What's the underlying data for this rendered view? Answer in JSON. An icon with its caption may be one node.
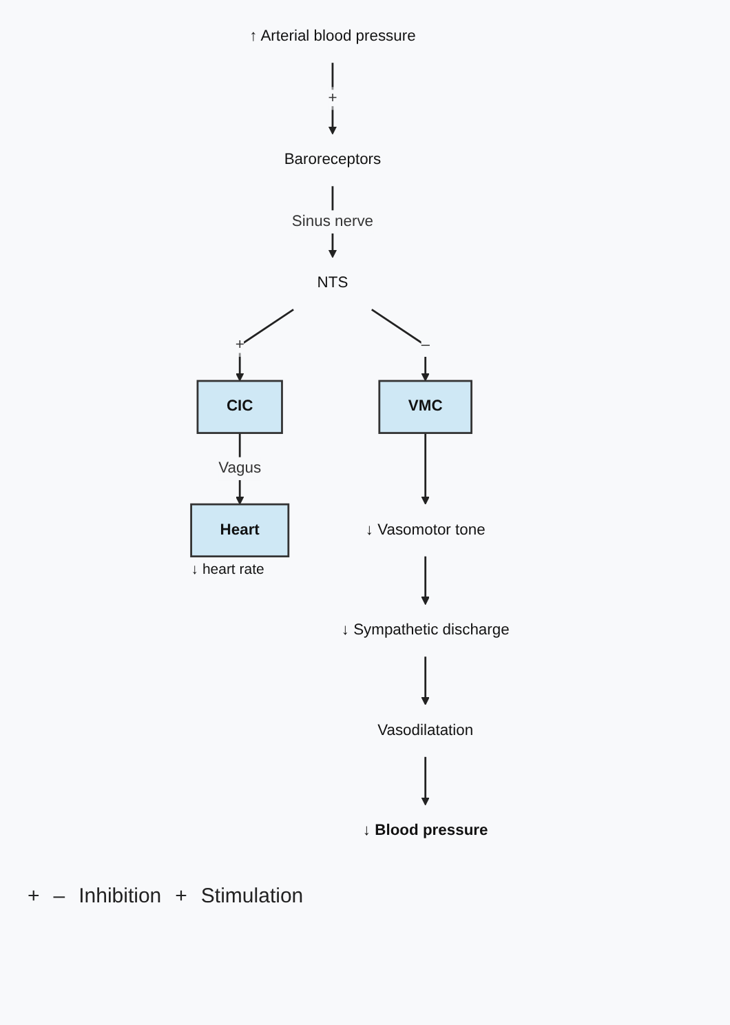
{
  "diagram": {
    "nodes": [
      {
        "text": [
          "VMC"
        ]
      },
      {
        "text": [
          "CIC"
        ]
      },
      {
        "text": [
          "NTS"
        ]
      },
      {
        "text": [
          "Baroreceptors"
        ]
      },
      {
        "text": [
          "↑ Arterial blood pressure"
        ]
      },
      {
        "text": [
          "Heart"
        ],
        "beside": [
          "↓ heart rate"
        ]
      },
      {
        "text": [
          "↓ Vasomotor tone"
        ]
      },
      {
        "text": [
          "↓ Sympathetic discharge"
        ]
      },
      {
        "text": [
          "Vasodilatation"
        ]
      },
      {
        "text": [
          "↓ Blood pressure"
        ]
      }
    ],
    "edges": [
      {
        "from": 4,
        "to": 3,
        "arrow": "to",
        "label": "+"
      },
      {
        "from": 3,
        "to": 2,
        "arrow": "to",
        "label": "Sinus nerve"
      },
      {
        "from": 2,
        "to": 0,
        "arrow": "to",
        "label": "–"
      },
      {
        "from": 2,
        "to": 1,
        "arrow": "to",
        "label": "+"
      },
      {
        "from": 1,
        "to": 5,
        "arrow": "to",
        "label": "Vagus"
      },
      {
        "from": 0,
        "to": 6,
        "arrow": "to"
      },
      {
        "from": 6,
        "to": 7,
        "arrow": "to"
      },
      {
        "from": 7,
        "to": 8,
        "arrow": "to"
      },
      {
        "from": 8,
        "to": 9,
        "arrow": "to"
      }
    ],
    "labels": [
      "+",
      "–",
      "Inhibition",
      "+",
      "Stimulation"
    ]
  }
}
